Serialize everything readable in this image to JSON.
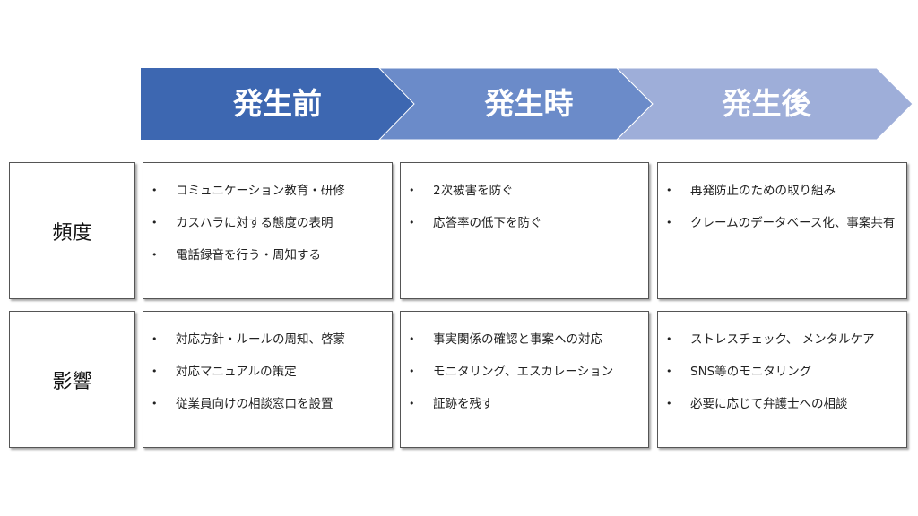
{
  "phases": [
    {
      "label": "発生前",
      "color": "#3d67b1"
    },
    {
      "label": "発生時",
      "color": "#6b8bc9"
    },
    {
      "label": "発生後",
      "color": "#9eaed9"
    }
  ],
  "rows": [
    {
      "label": "頻度",
      "cells": [
        [
          "コミュニケーション教育・研修",
          "カスハラに対する態度の表明",
          "電話録音を行う・周知する"
        ],
        [
          "2次被害を防ぐ",
          "応答率の低下を防ぐ"
        ],
        [
          "再発防止のための取り組み",
          "クレームのデータベース化、事案共有"
        ]
      ]
    },
    {
      "label": "影響",
      "cells": [
        [
          "対応方針・ルールの周知、啓蒙",
          "対応マニュアルの策定",
          "従業員向けの相談窓口を設置"
        ],
        [
          "事実関係の確認と事案への対応",
          "モニタリング、エスカレーション",
          "証跡を残す"
        ],
        [
          "ストレスチェック、 メンタルケア",
          "SNS等のモニタリング",
          "必要に応じて弁護士への相談"
        ]
      ]
    }
  ]
}
